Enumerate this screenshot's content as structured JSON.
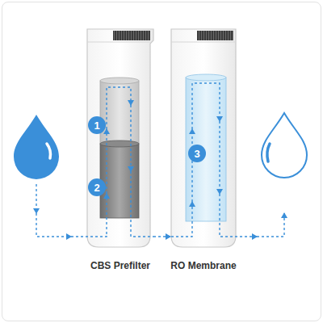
{
  "diagram": {
    "nodes": [
      {
        "text": [
          "CBS Prefilter"
        ]
      },
      {
        "text": [
          "1"
        ],
        "in": 0
      },
      {
        "text": [
          "2"
        ],
        "in": 0
      },
      {
        "text": [
          "RO Membrane"
        ]
      },
      {
        "text": [
          "3"
        ],
        "in": 3
      }
    ],
    "edges": [
      {
        "from": 0,
        "to": 3,
        "arrow": "to"
      }
    ]
  }
}
